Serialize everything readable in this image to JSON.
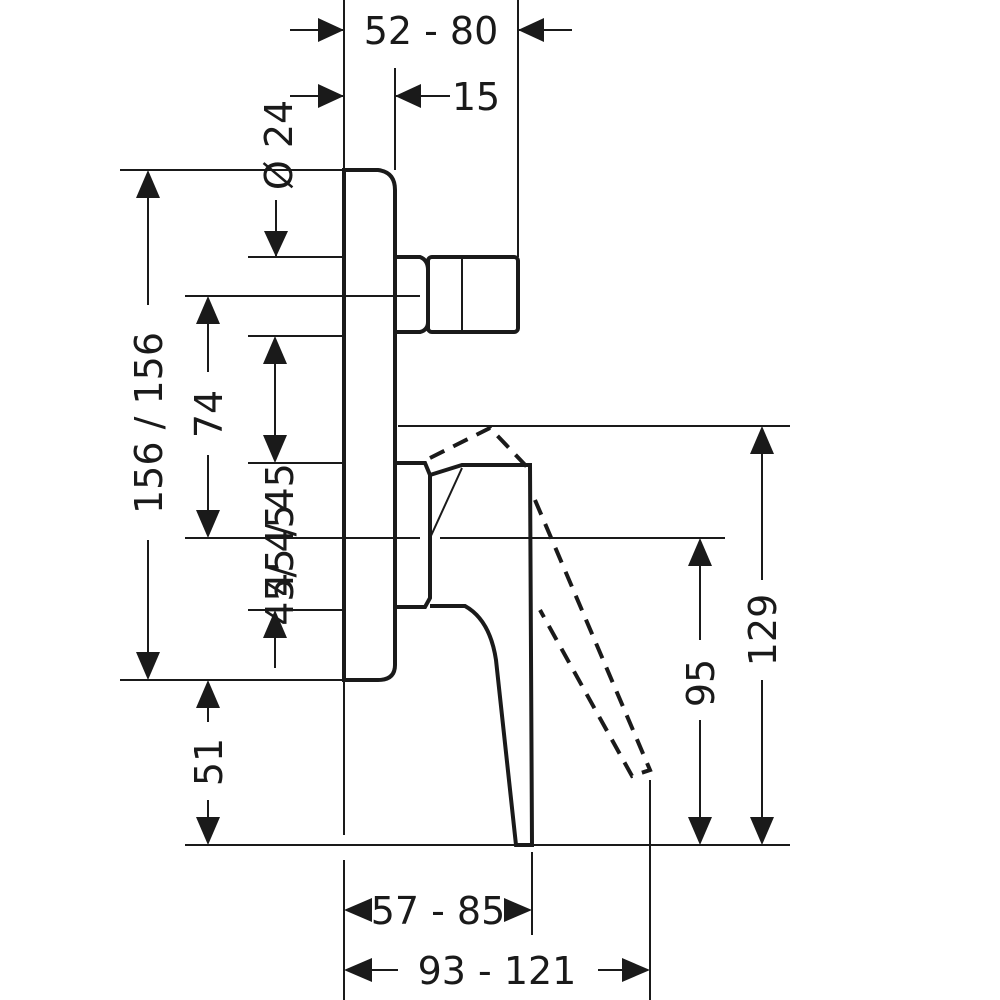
{
  "dimensions": {
    "top_projection": "52 - 80",
    "handle_depth": "15",
    "diameter": "Ø 24",
    "total_height": "156 / 156",
    "upper_offset": "74",
    "upper_spacing": "45 / 45",
    "lower_spacing": "45/ 45",
    "bottom_offset": "51",
    "spout_tip_height": "95",
    "lever_height": "129",
    "spout_projection": "57 - 85",
    "lever_projection": "93 - 121"
  },
  "colors": {
    "line": "#1a1a1a",
    "background": "#ffffff"
  }
}
